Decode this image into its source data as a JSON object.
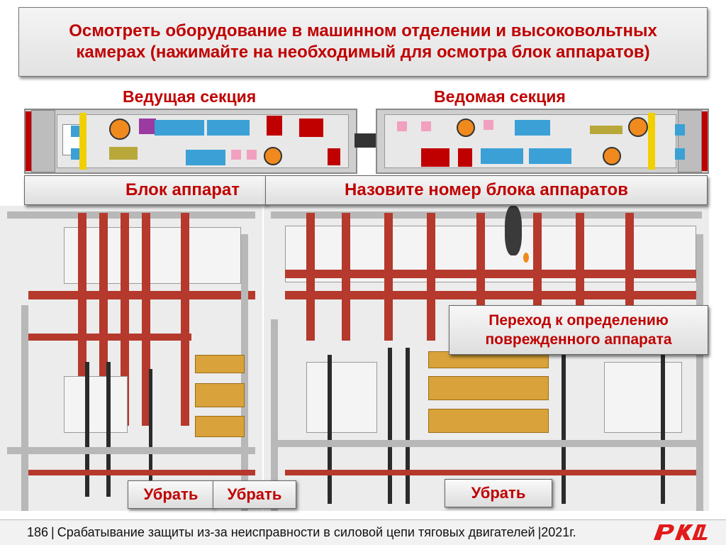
{
  "title": "Осмотреть оборудование в машинном отделении и высоковольтных камерах (нажимайте на необходимый для осмотра блок аппаратов)",
  "sections": {
    "leading": "Ведущая секция",
    "trailing": "Ведомая секция"
  },
  "bars": {
    "block_label": "Блок аппарат",
    "name_block_prompt": "Назовите номер блока аппаратов"
  },
  "goto_button": "Переход к определению поврежденного аппарата",
  "remove_buttons": [
    "Убрать",
    "Убрать",
    "Убрать"
  ],
  "footer": {
    "page_number": "186",
    "separator": "|",
    "text": "Срабатывание защиты из-за неисправности в силовой цепи тяговых двигателей",
    "year": "|2021г."
  },
  "logo_text": "РЖД",
  "colors": {
    "accent_red": "#c00000",
    "bus_bar": "#b5392c",
    "plate": "#d9a23a",
    "equipment_blue": "#3aa0d6"
  }
}
